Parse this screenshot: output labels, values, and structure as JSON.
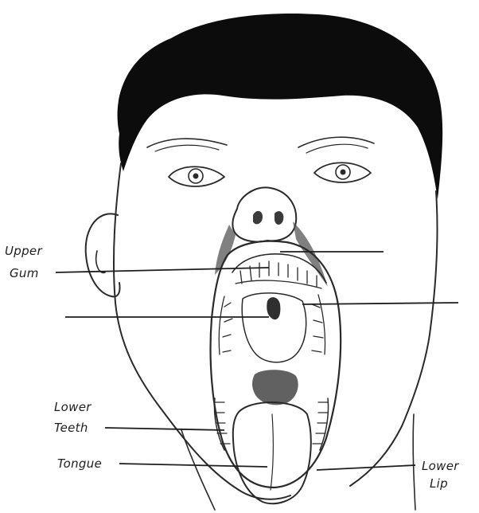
{
  "diagram": {
    "labels": {
      "upper_gum_line1": "Upper",
      "upper_gum_line2": "Gum",
      "lower_teeth_line1": "Lower",
      "lower_teeth_line2": "Teeth",
      "tongue": "Tongue",
      "lower_lip_line1": "Lower",
      "lower_lip_line2": "Lip"
    },
    "colors": {
      "ink": "#2a2a2a",
      "hair": "#0c0c0c",
      "background": "#ffffff"
    }
  }
}
